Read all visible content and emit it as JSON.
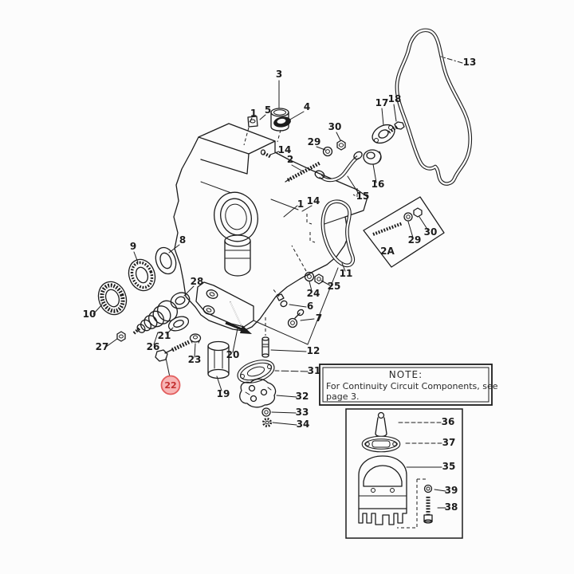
{
  "figure": {
    "kind": "exploded-parts-diagram",
    "ink_color": "#1c1c1c",
    "bg_color": "#fcfcfc"
  },
  "highlight": {
    "label": "22",
    "fill_color": "#f7b5b5",
    "stroke_color": "#e25d5d",
    "text_color": "#c22f2f"
  },
  "note_box": {
    "title": "NOTE:",
    "line1": "For Continuity Circuit Components, see",
    "line2": "page 3."
  },
  "callouts": [
    "3",
    "1",
    "5",
    "4",
    "14",
    "2",
    "29",
    "30",
    "17",
    "18",
    "13",
    "16",
    "15",
    "1",
    "14",
    "11",
    "25",
    "24",
    "2A",
    "29",
    "30",
    "9",
    "8",
    "10",
    "28",
    "27",
    "26",
    "21",
    "23",
    "22",
    "19",
    "20",
    "6",
    "7",
    "12",
    "31",
    "32",
    "33",
    "34",
    "36",
    "37",
    "35",
    "39",
    "38"
  ]
}
